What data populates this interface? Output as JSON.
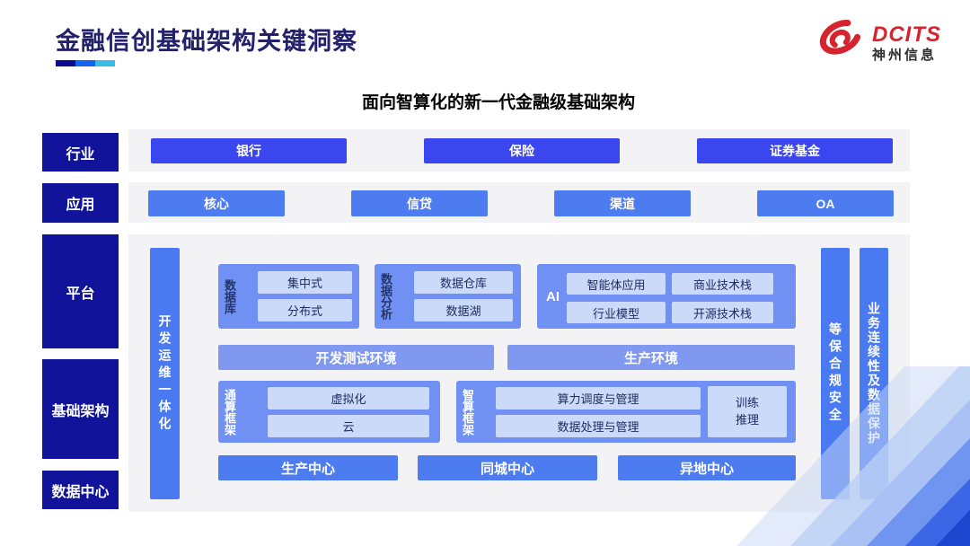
{
  "header": {
    "title": "金融信创基础架构关键洞察",
    "logo": {
      "brand": "DCITS",
      "company": "神州信息"
    }
  },
  "subtitle": "面向智算化的新一代金融级基础架构",
  "sidebar": {
    "industry": "行业",
    "application": "应用",
    "platform": "平台",
    "infrastructure": "基础架构",
    "datacenter": "数据中心"
  },
  "industry_row": {
    "items": [
      "银行",
      "保险",
      "证券基金"
    ]
  },
  "application_row": {
    "items": [
      "核心",
      "信贷",
      "渠道",
      "OA"
    ]
  },
  "platform": {
    "devops_bar": "开发运维一体化",
    "security_bar": "等保合规安全",
    "continuity_bar": "业务连续性及数据保护",
    "database": {
      "label": "数据库",
      "items": [
        "集中式",
        "分布式"
      ]
    },
    "analytics": {
      "label": "数据分析",
      "items": [
        "数据仓库",
        "数据湖"
      ]
    },
    "ai": {
      "label": "AI",
      "items": [
        "智能体应用",
        "商业技术栈",
        "行业模型",
        "开源技术栈"
      ]
    },
    "environments": [
      "开发测试环境",
      "生产环境"
    ],
    "general_framework": {
      "label": "通算框架",
      "items": [
        "虚拟化",
        "云"
      ]
    },
    "intelligent_framework": {
      "label": "智算框架",
      "items": [
        "算力调度与管理",
        "数据处理与管理"
      ],
      "side": "训练推理"
    },
    "centers": [
      "生产中心",
      "同城中心",
      "异地中心"
    ]
  },
  "colors": {
    "sidebar_navy": "#11149b",
    "industry_blue": "#3a46ee",
    "app_blue": "#4c7cf0",
    "vbar_blue": "#4a7af2",
    "group_blue": "#7090f4",
    "env_blue": "#8098f0",
    "light_box": "#cbdaf8",
    "brand_red": "#d7232e",
    "title_navy": "#232169"
  }
}
